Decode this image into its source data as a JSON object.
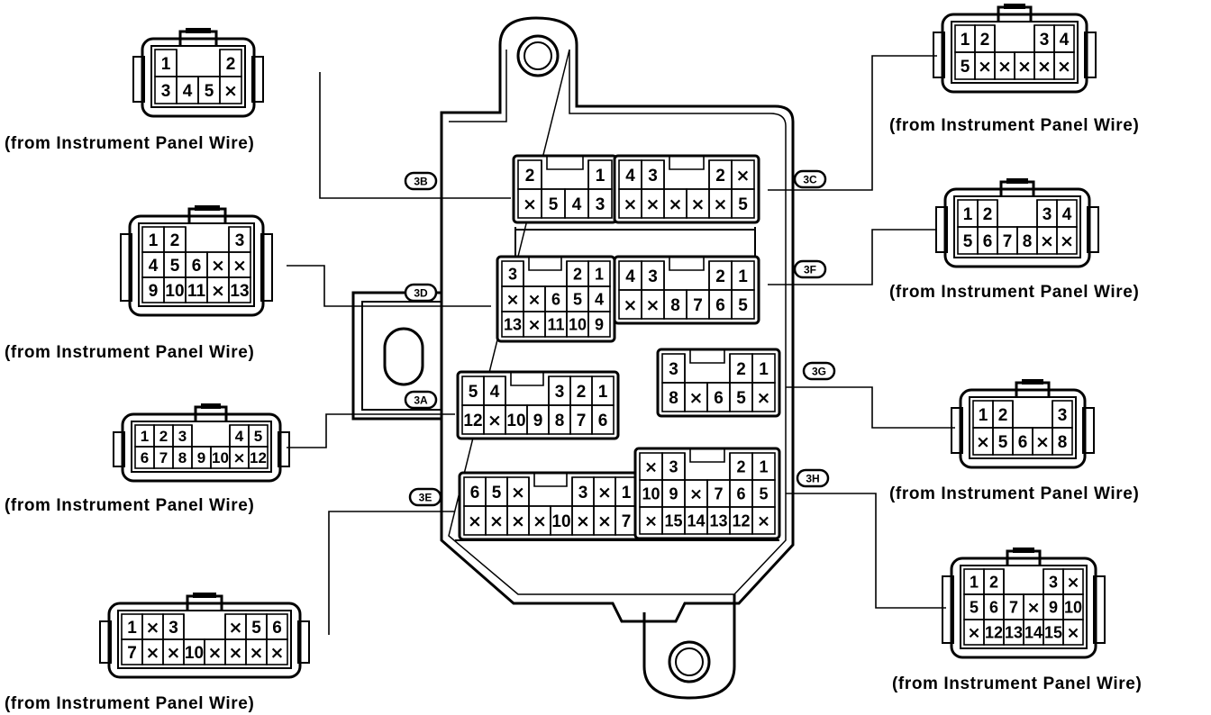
{
  "caption": "(from Instrument Panel Wire)",
  "connectors": {
    "3A": {
      "tag": "3A",
      "jb": [
        [
          "5",
          "4",
          "",
          "",
          "3",
          "2",
          "1"
        ],
        [
          "12",
          "×",
          "10",
          "9",
          "8",
          "7",
          "6"
        ]
      ],
      "plug": [
        [
          "1",
          "2",
          "3",
          "",
          "",
          "4",
          "5"
        ],
        [
          "6",
          "7",
          "8",
          "9",
          "10",
          "×",
          "12"
        ]
      ]
    },
    "3B": {
      "tag": "3B",
      "jb": [
        [
          "2",
          "",
          "",
          "1"
        ],
        [
          "×",
          "5",
          "4",
          "3"
        ]
      ],
      "plug": [
        [
          "1",
          "",
          "",
          "2"
        ],
        [
          "3",
          "4",
          "5",
          "×"
        ]
      ]
    },
    "3C": {
      "tag": "3C",
      "jb": [
        [
          "4",
          "3",
          "",
          "",
          "2",
          "×"
        ],
        [
          "×",
          "×",
          "×",
          "×",
          "×",
          "5"
        ]
      ],
      "plug": [
        [
          "1",
          "2",
          "",
          "",
          "3",
          "4"
        ],
        [
          "5",
          "×",
          "×",
          "×",
          "×",
          "×"
        ]
      ]
    },
    "3D": {
      "tag": "3D",
      "jb": [
        [
          "3",
          "",
          "",
          "2",
          "1"
        ],
        [
          "×",
          "×",
          "6",
          "5",
          "4"
        ],
        [
          "13",
          "×",
          "11",
          "10",
          "9"
        ]
      ],
      "plug": [
        [
          "1",
          "2",
          "",
          "",
          "3"
        ],
        [
          "4",
          "5",
          "6",
          "×",
          "×"
        ],
        [
          "9",
          "10",
          "11",
          "×",
          "13"
        ]
      ]
    },
    "3E": {
      "tag": "3E",
      "jb": [
        [
          "6",
          "5",
          "×",
          "",
          "",
          "3",
          "×",
          "1"
        ],
        [
          "×",
          "×",
          "×",
          "×",
          "10",
          "×",
          "×",
          "7"
        ]
      ],
      "plug": [
        [
          "1",
          "×",
          "3",
          "",
          "",
          "×",
          "5",
          "6"
        ],
        [
          "7",
          "×",
          "×",
          "10",
          "×",
          "×",
          "×",
          "×"
        ]
      ]
    },
    "3F": {
      "tag": "3F",
      "jb": [
        [
          "4",
          "3",
          "",
          "",
          "2",
          "1"
        ],
        [
          "×",
          "×",
          "8",
          "7",
          "6",
          "5"
        ]
      ],
      "plug": [
        [
          "1",
          "2",
          "",
          "",
          "3",
          "4"
        ],
        [
          "5",
          "6",
          "7",
          "8",
          "×",
          "×"
        ]
      ]
    },
    "3G": {
      "tag": "3G",
      "jb": [
        [
          "3",
          "",
          "",
          "2",
          "1"
        ],
        [
          "8",
          "×",
          "6",
          "5",
          "×"
        ]
      ],
      "plug": [
        [
          "1",
          "2",
          "",
          "",
          "3"
        ],
        [
          "×",
          "5",
          "6",
          "×",
          "8"
        ]
      ]
    },
    "3H": {
      "tag": "3H",
      "jb": [
        [
          "×",
          "3",
          "",
          "",
          "2",
          "1"
        ],
        [
          "10",
          "9",
          "×",
          "7",
          "6",
          "5"
        ],
        [
          "×",
          "15",
          "14",
          "13",
          "12",
          "×"
        ]
      ],
      "plug": [
        [
          "1",
          "2",
          "",
          "",
          "3",
          "×"
        ],
        [
          "5",
          "6",
          "7",
          "×",
          "9",
          "10"
        ],
        [
          "×",
          "12",
          "13",
          "14",
          "15",
          "×"
        ]
      ]
    }
  }
}
